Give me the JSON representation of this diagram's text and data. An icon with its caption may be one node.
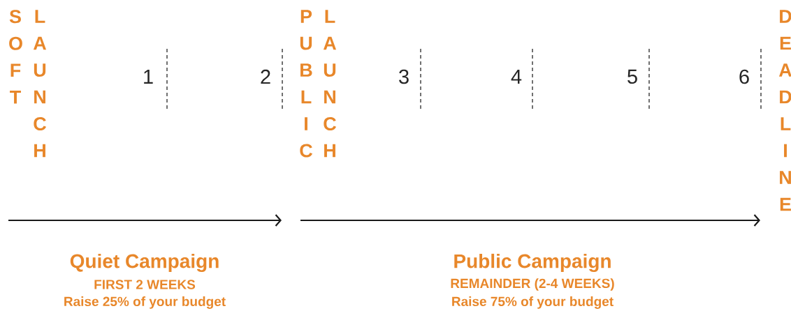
{
  "diagram": {
    "labels": [
      "SOFT",
      "LAUNCH",
      "PUBLIC",
      "LAUNCH",
      "DEADLINE",
      "1",
      "2",
      "3",
      "4",
      "5",
      "6",
      "Quiet Campaign",
      "FIRST 2 WEEKS",
      "Raise 25% of your budget",
      "Public Campaign",
      "REMAINDER (2-4 WEEKS)",
      "Raise 75% of your budget"
    ]
  }
}
